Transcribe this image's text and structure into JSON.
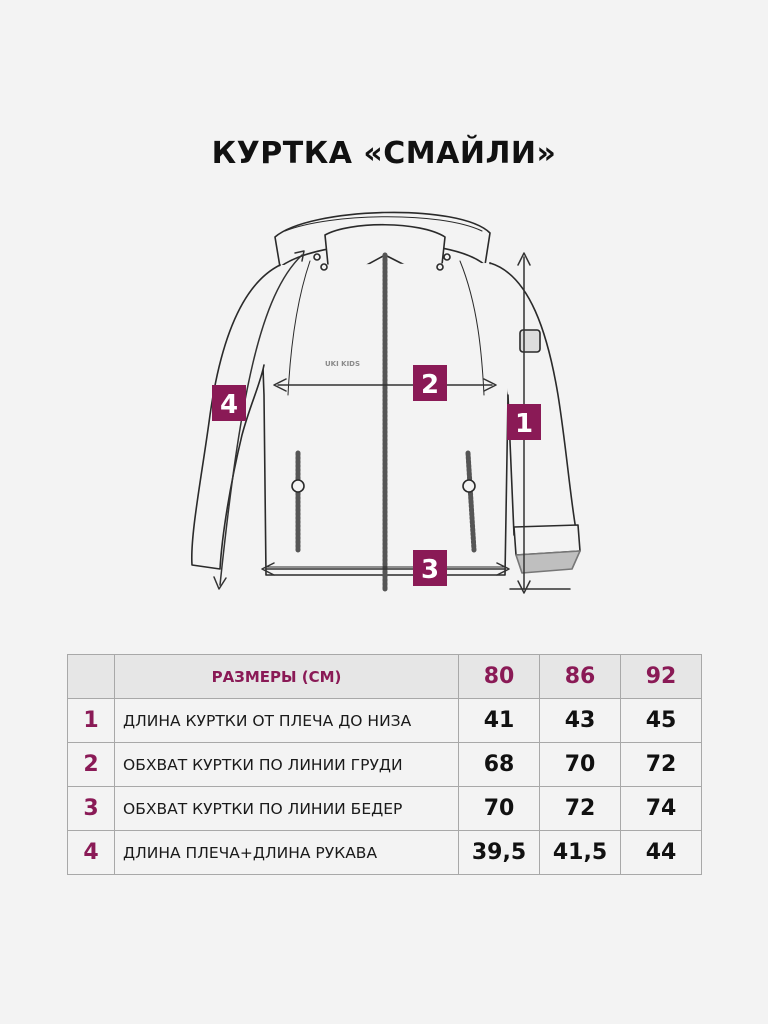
{
  "title": "КУРТКА «СМАЙЛИ»",
  "brand_mark": "UKI KIDS",
  "accent_color": "#8a1a56",
  "measure_badges": [
    "1",
    "2",
    "3",
    "4"
  ],
  "table": {
    "header_label": "РАЗМЕРЫ (СМ)",
    "sizes": [
      "80",
      "86",
      "92"
    ],
    "rows": [
      {
        "num": "1",
        "label": "ДЛИНА КУРТКИ ОТ ПЛЕЧА ДО НИЗА",
        "values": [
          "41",
          "43",
          "45"
        ]
      },
      {
        "num": "2",
        "label": "ОБХВАТ КУРТКИ ПО ЛИНИИ ГРУДИ",
        "values": [
          "68",
          "70",
          "72"
        ]
      },
      {
        "num": "3",
        "label": "ОБХВАТ КУРТКИ ПО ЛИНИИ БЕДЕР",
        "values": [
          "70",
          "72",
          "74"
        ]
      },
      {
        "num": "4",
        "label": "ДЛИНА ПЛЕЧА+ДЛИНА РУКАВА",
        "values": [
          "39,5",
          "41,5",
          "44"
        ]
      }
    ]
  }
}
